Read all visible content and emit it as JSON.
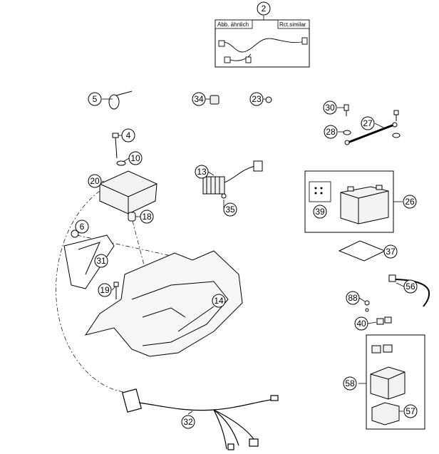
{
  "diagram": {
    "note_left": "Abb. ähnlich",
    "note_right": "Rct.similar",
    "callouts": [
      "2",
      "5",
      "34",
      "23",
      "30",
      "27",
      "28",
      "4",
      "10",
      "20",
      "18",
      "13",
      "35",
      "26",
      "39",
      "6",
      "31",
      "19",
      "14",
      "37",
      "56",
      "88",
      "40",
      "58",
      "57",
      "32"
    ]
  }
}
